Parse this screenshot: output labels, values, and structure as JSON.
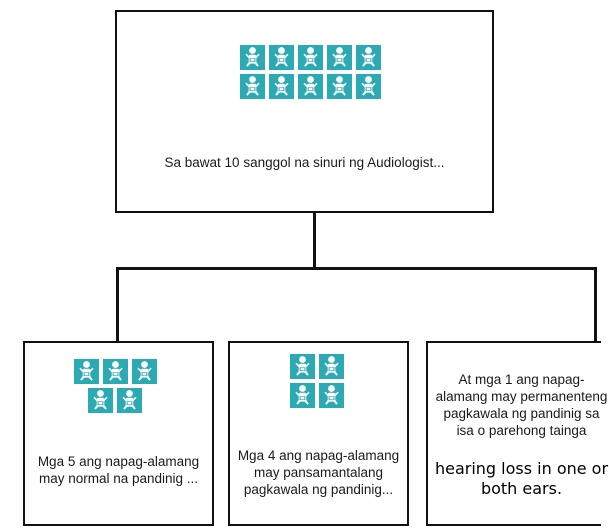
{
  "colors": {
    "icon_bg": "#2baab4",
    "icon_fg": "#ffffff",
    "border": "#111111"
  },
  "icon": "baby-icon",
  "top": {
    "icon_count": 10,
    "caption": "Sa bawat 10 sanggol na sinuri ng Audiologist..."
  },
  "branches": [
    {
      "icon_count": 5,
      "caption": "Mga 5 ang napag-alamang may normal na pandinig ..."
    },
    {
      "icon_count": 4,
      "caption": "Mga 4 ang napag-alamang  may pansamantalang pagkawala ng pandinig..."
    },
    {
      "icon_count": 0,
      "caption": "At mga 1 ang napag-alamang may permanenteng pagkawala ng pandinig sa isa o parehong tainga",
      "caption_en": "hearing loss in one or both ears."
    }
  ]
}
